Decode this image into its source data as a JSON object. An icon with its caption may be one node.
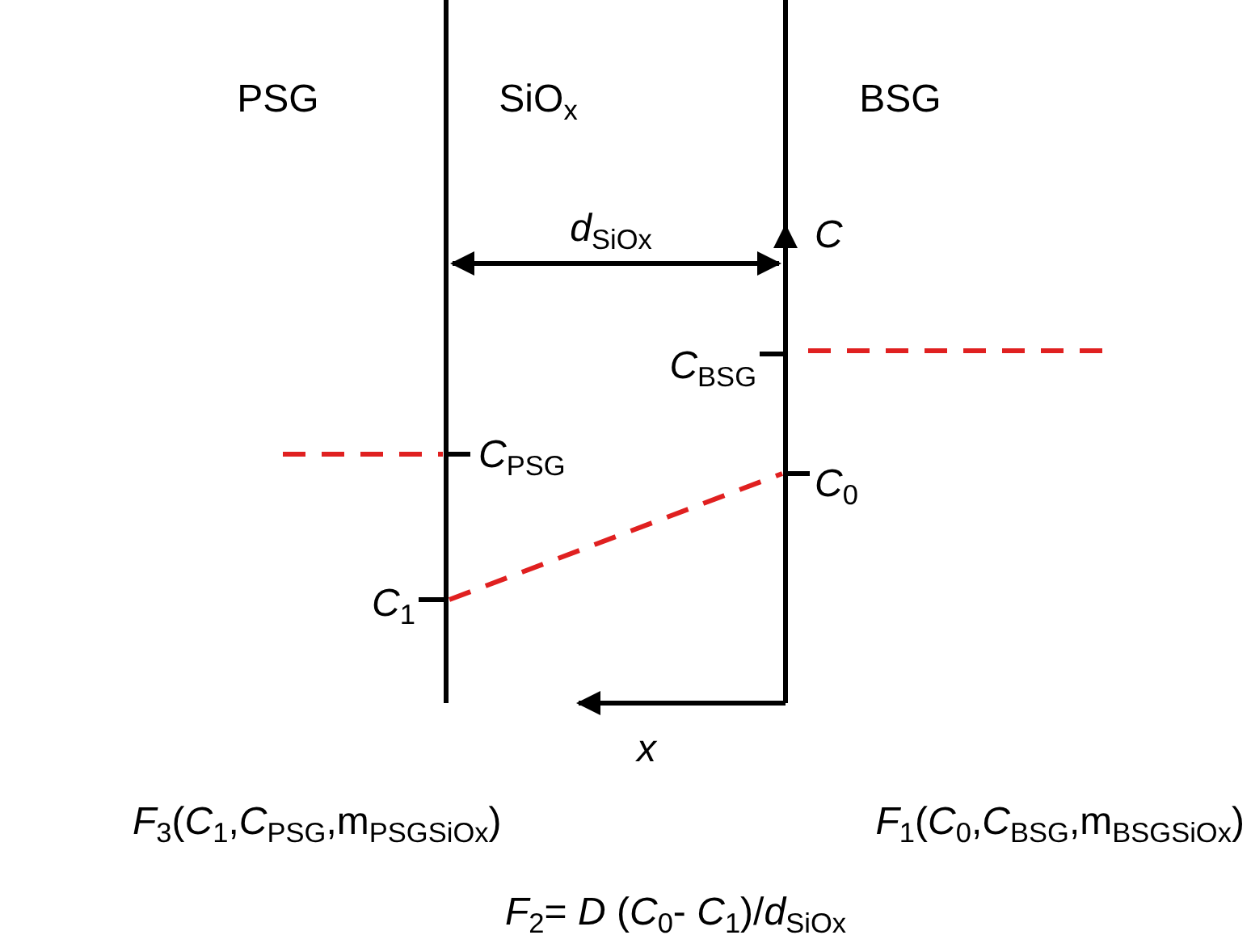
{
  "diagram": {
    "labels": [
      "PSG",
      "SiO$_{x}$",
      "BSG",
      "*d*$_{SiOx}$",
      "C",
      "*C*$_{BSG}$",
      "*C*$_{PSG}$",
      "*C*$_{0}$",
      "*C*$_{1}$",
      "x",
      "*F*$_{3}$(*C*$_{1}$,*C*$_{PSG}$,m$_{PSGSiOx}$)",
      "*F*$_{1}$(*C*$_{0}$,*C*$_{BSG}$,m$_{BSGSiOx}$)",
      "*F*$_{2}$= *D* (*C*$_{0}$- *C*$_{1}$)/*d*$_{SiOx}$"
    ]
  }
}
